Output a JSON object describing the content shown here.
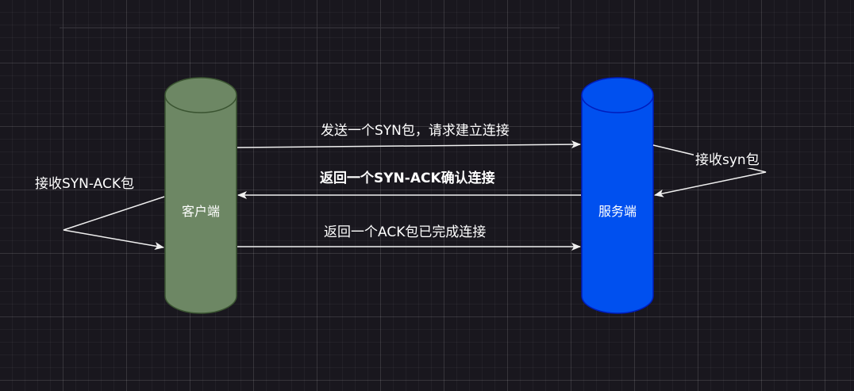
{
  "nodes": {
    "client": {
      "label": "客户端",
      "fill": "#6d8764",
      "stroke": "#3a5431"
    },
    "server": {
      "label": "服务端",
      "fill": "#0050ef",
      "stroke": "#001dbc"
    }
  },
  "edges": {
    "syn": {
      "label": "发送一个SYN包，请求建立连接"
    },
    "syn_ack": {
      "label": "返回一个SYN-ACK确认连接"
    },
    "ack": {
      "label": "返回一个ACK包已完成连接"
    },
    "server_self": {
      "label": "接收syn包"
    },
    "client_self": {
      "label": "接收SYN-ACK包"
    }
  },
  "colors": {
    "background": "#19171e",
    "edge": "#f0f0f0",
    "text": "#ffffff"
  }
}
